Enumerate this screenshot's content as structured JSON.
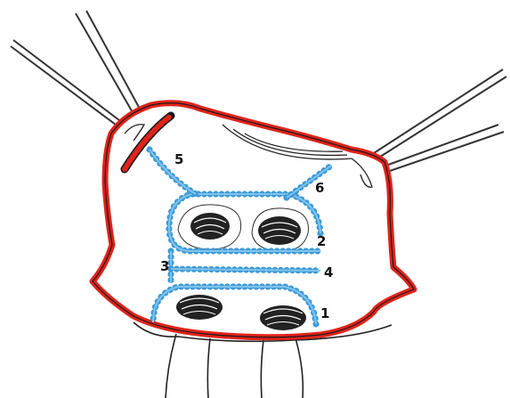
{
  "labels": {
    "l1": "1",
    "l2": "2",
    "l3": "3",
    "l4": "4",
    "l5": "5",
    "l6": "6"
  },
  "colors": {
    "rim": "#e0231b",
    "suture": "#3d9ad6",
    "suture_light": "#7fc4ee",
    "outline": "#1a1a1a"
  }
}
